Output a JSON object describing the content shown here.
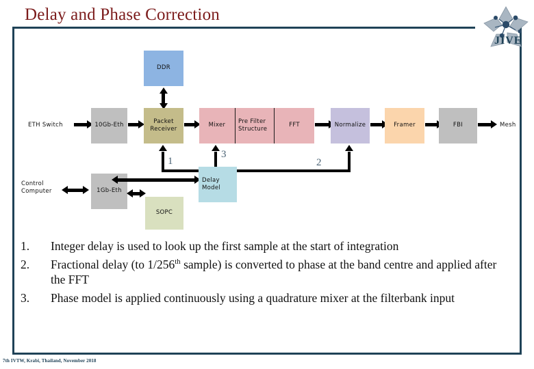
{
  "slide": {
    "title": "Delay and Phase Correction",
    "footer": "7th IVTW, Krabi, Thailand, November 2018"
  },
  "logo": {
    "wordmark": "JIVE",
    "icon": "jive-star-network-icon",
    "color": "#1f4257"
  },
  "theme": {
    "frame_border": "#1f4257",
    "title_color": "#7b1b1b",
    "step_number_color": "#4a6274",
    "line_color": "#000000"
  },
  "diagram": {
    "blocks": [
      {
        "id": "ddr",
        "label": "DDR",
        "color": "#8db4e2"
      },
      {
        "id": "tengbe",
        "label": "10Gb-Eth",
        "color": "#bfbfbf"
      },
      {
        "id": "packet_receiver",
        "label": "Packet\nReceiver",
        "color": "#c4bc8a"
      },
      {
        "id": "mixer",
        "label": "Mixer",
        "color": "#e8b4b8"
      },
      {
        "id": "pre_filter",
        "label": "Pre Filter\nStructure",
        "color": "#e8b4b8"
      },
      {
        "id": "fft",
        "label": "FFT",
        "color": "#e8b4b8"
      },
      {
        "id": "normalize",
        "label": "Normalize",
        "color": "#c5c0dd"
      },
      {
        "id": "framer",
        "label": "Framer",
        "color": "#fbd5ac"
      },
      {
        "id": "fbi",
        "label": "FBI",
        "color": "#bfbfbf"
      },
      {
        "id": "onegbe",
        "label": "1Gb-Eth",
        "color": "#bfbfbf"
      },
      {
        "id": "delay_model",
        "label": "Delay\nModel",
        "color": "#b6dce5"
      },
      {
        "id": "sopc",
        "label": "SOPC",
        "color": "#d9e0bf"
      }
    ],
    "edge_labels": [
      {
        "id": "eth_switch",
        "label": "ETH Switch"
      },
      {
        "id": "mesh",
        "label": "Mesh"
      },
      {
        "id": "control_computer",
        "label": "Control\nComputer"
      }
    ],
    "step_numbers": [
      {
        "id": "step-1",
        "label": "1"
      },
      {
        "id": "step-2",
        "label": "2"
      },
      {
        "id": "step-3",
        "label": "3"
      }
    ]
  },
  "bullets": [
    {
      "number": "1.",
      "pre": "Integer delay is used to look up the first sample at the start of integration",
      "sup": "",
      "post": ""
    },
    {
      "number": "2.",
      "pre": "Fractional delay (to 1/256",
      "sup": "th",
      "post": " sample) is converted to phase at the band centre and applied after the FFT"
    },
    {
      "number": "3.",
      "pre": "Phase model is applied continuously using a quadrature mixer at the filterbank input",
      "sup": "",
      "post": ""
    }
  ]
}
